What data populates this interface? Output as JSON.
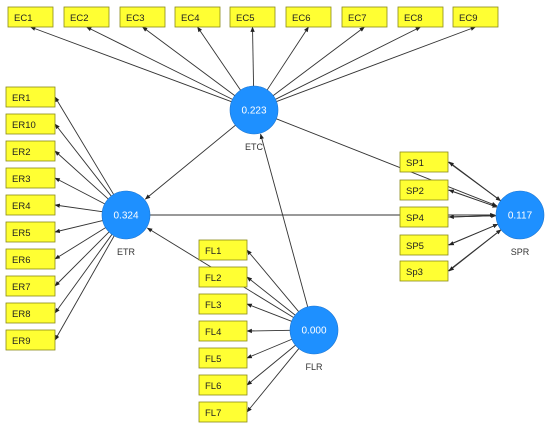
{
  "model": {
    "constructs": {
      "ETC": {
        "name": "ETC",
        "r2": "0.223"
      },
      "ETR": {
        "name": "ETR",
        "r2": "0.324"
      },
      "FLR": {
        "name": "FLR",
        "r2": "0.000"
      },
      "SPR": {
        "name": "SPR",
        "r2": "0.117"
      }
    },
    "indicators": {
      "ETC": [
        "EC1",
        "EC2",
        "EC3",
        "EC4",
        "EC5",
        "EC6",
        "EC7",
        "EC8",
        "EC9"
      ],
      "ETR": [
        "ER1",
        "ER10",
        "ER2",
        "ER3",
        "ER4",
        "ER5",
        "ER6",
        "ER7",
        "ER8",
        "ER9"
      ],
      "FLR": [
        "FL1",
        "FL2",
        "FL3",
        "FL4",
        "FL5",
        "FL6",
        "FL7"
      ],
      "SPR": [
        "SP1",
        "SP2",
        "SP4",
        "SP5",
        "Sp3"
      ]
    },
    "paths": [
      {
        "from": "FLR",
        "to": "ETC"
      },
      {
        "from": "FLR",
        "to": "ETR"
      },
      {
        "from": "ETC",
        "to": "ETR"
      },
      {
        "from": "ETC",
        "to": "SPR"
      },
      {
        "from": "ETR",
        "to": "SPR"
      }
    ],
    "colors": {
      "construct": "#1e90ff",
      "indicator": "#ffff33",
      "edge": "#333333"
    }
  }
}
